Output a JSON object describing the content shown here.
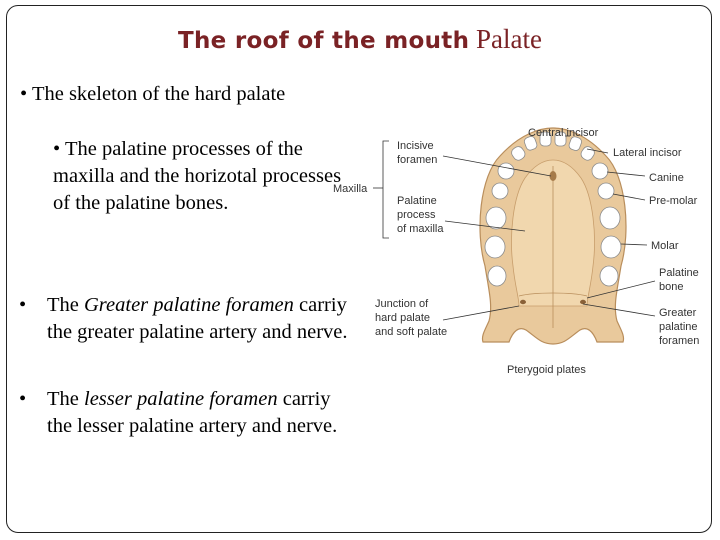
{
  "title": {
    "part1": "The roof of the mouth",
    "part2": "Palate"
  },
  "bullets": {
    "b1": {
      "marker": "•",
      "text": "The skeleton of the hard palate"
    },
    "b2": {
      "marker": "•",
      "text": "The palatine processes of the maxilla and the horizotal processes of the palatine bones."
    },
    "b3": {
      "marker": "•",
      "pre": "The ",
      "italic": "Greater palatine foramen",
      "post": " carriy the greater palatine artery and nerve."
    },
    "b4": {
      "marker": "•",
      "pre": "The ",
      "italic": "lesser palatine foramen",
      "post": " carriy  the lesser palatine artery and nerve."
    }
  },
  "diagram": {
    "labels": {
      "central_incisor": "Central incisor",
      "incisive": "Incisive",
      "foramen": "foramen",
      "maxilla": "Maxilla",
      "palatine": "Palatine",
      "process": "process",
      "of_maxilla": "of maxilla",
      "lateral_incisor": "Lateral incisor",
      "canine": "Canine",
      "pre_molar": "Pre-molar",
      "molar": "Molar",
      "palatine2": "Palatine",
      "bone": "bone",
      "junction": "Junction of",
      "hard_palate": "hard palate",
      "and_soft": "and soft palate",
      "greater": "Greater",
      "palatine3": "palatine",
      "foramen2": "foramen",
      "pterygoid": "Pterygoid plates"
    },
    "colors": {
      "bone": "#e9c99c",
      "bone_dark": "#d1a473",
      "teeth": "#ffffff",
      "line": "#333333",
      "title": "#7a2225"
    }
  }
}
